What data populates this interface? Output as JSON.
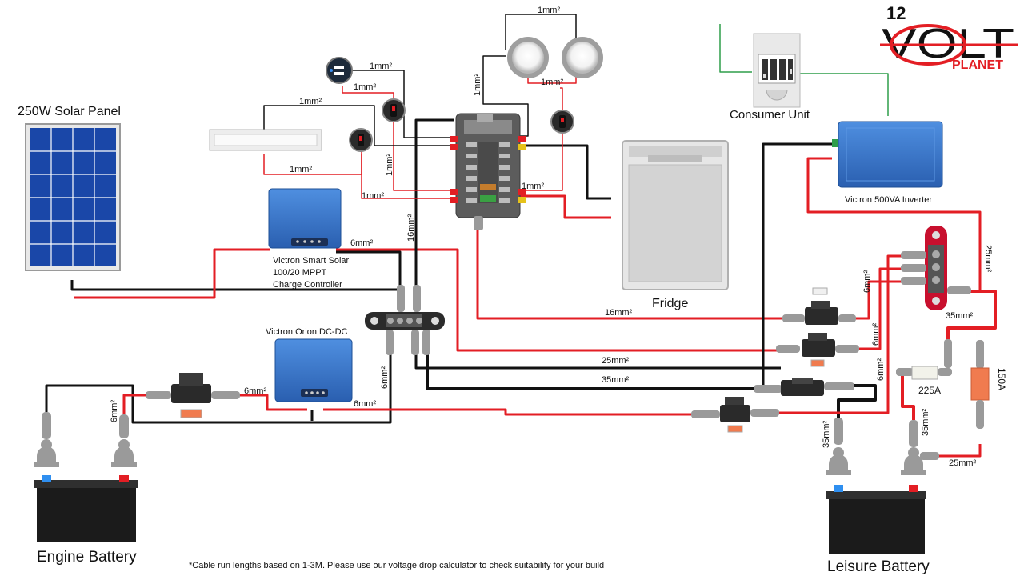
{
  "brand": {
    "top": "12",
    "main": "VOLT",
    "sub": "PLANET",
    "accent": "#e31e24"
  },
  "components": {
    "solar_panel": "250W Solar Panel",
    "mppt_line1": "Victron Smart Solar",
    "mppt_line2": "100/20 MPPT",
    "mppt_line3": "Charge Controller",
    "dcdc": "Victron Orion DC-DC",
    "fridge": "Fridge",
    "consumer_unit": "Consumer Unit",
    "inverter": "Victron 500VA Inverter",
    "engine_battery": "Engine Battery",
    "leisure_battery": "Leisure Battery"
  },
  "cables": {
    "c1a": "1mm²",
    "c1b": "1mm²",
    "c1c": "1mm²",
    "c1d": "1mm²",
    "c1e": "1mm²",
    "c1f": "1mm²",
    "c1g": "1mm²",
    "c1h": "1mm²",
    "c1i": "1mm²",
    "c16a": "16mm²",
    "c16b": "16mm²",
    "c6a": "6mm²",
    "c6b": "6mm²",
    "c6c": "6mm²",
    "c6d": "6mm²",
    "c6e": "6mm²",
    "c6f": "6mm²",
    "c6g": "6mm²",
    "c6h": "6mm²",
    "c25a": "25mm²",
    "c25b": "25mm²",
    "c25c": "25mm²",
    "c35a": "35mm²",
    "c35b": "35mm²",
    "c35c": "35mm²",
    "c35d": "35mm²"
  },
  "fuses": {
    "f225": "225A",
    "f150": "150A"
  },
  "footnote": "*Cable run lengths based on 1-3M. Please use our voltage drop calculator to check suitability for your build",
  "colors": {
    "positive": "#e31e24",
    "negative": "#111111",
    "ac": "#2e9e4a",
    "victron": "#2f6fc4"
  }
}
